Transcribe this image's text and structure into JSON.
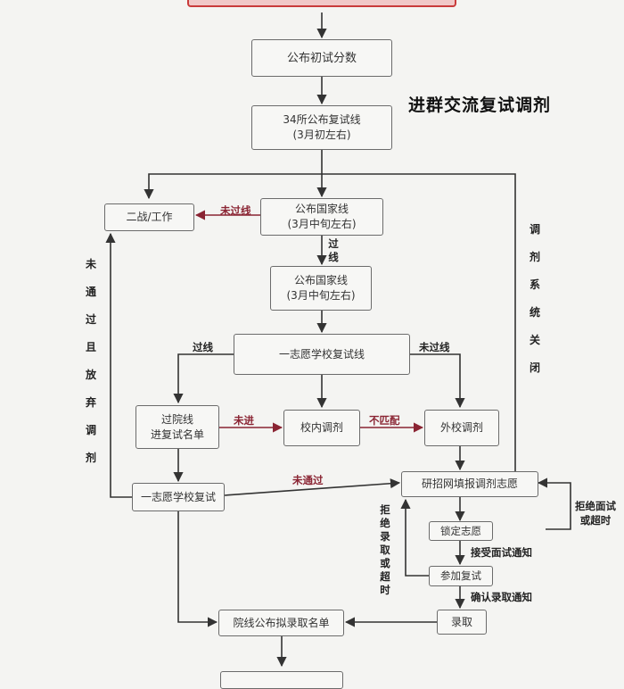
{
  "heading": "进群交流复试调剂",
  "nodes": {
    "publish_initial": "公布初试分数",
    "line34": [
      "34所公布复试线",
      "(3月初左右)"
    ],
    "retry": "二战/工作",
    "national1": [
      "公布国家线",
      "(3月中旬左右)"
    ],
    "national2": [
      "公布国家线",
      "(3月中旬左右)"
    ],
    "first_choice_line": "一志愿学校复试线",
    "passed_school_line": [
      "过院线",
      "进复试名单"
    ],
    "internal_adjust": "校内调剂",
    "external_adjust": "外校调剂",
    "first_choice_retest": "一志愿学校复试",
    "yanzhao_fill": "研招网填报调剂志愿",
    "lock": "锁定志愿",
    "join_retest": "参加复试",
    "admit": "录取",
    "publish_list": "院线公布拟录取名单"
  },
  "labels": {
    "not_passed_national": "未过线",
    "passed_national": [
      "过",
      "线"
    ],
    "passed_left": "过线",
    "not_passed_right": "未过线",
    "not_entered": "未进",
    "mismatch": "不匹配",
    "not_passed_retest": "未通过",
    "accept_notice": "接受面试通知",
    "confirm_notice": "确认录取通知",
    "refuse_timeout": [
      "拒绝面试",
      "或超时"
    ],
    "refuse_admit": [
      "拒",
      "绝",
      "录",
      "取",
      "或",
      "超",
      "时"
    ],
    "not_passed_give_up": [
      "未",
      "通",
      "过",
      "且",
      "放",
      "弃",
      "调",
      "剂"
    ],
    "system_closed": [
      "调",
      "剂",
      "系",
      "统",
      "关",
      "闭"
    ]
  }
}
